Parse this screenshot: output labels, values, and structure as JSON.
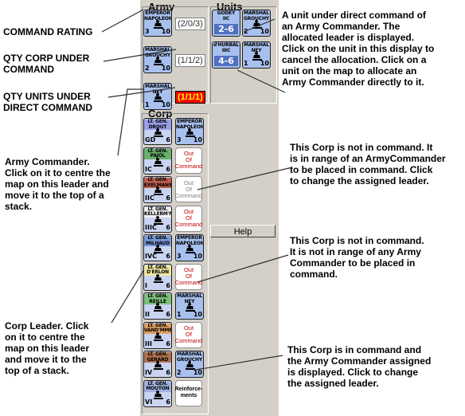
{
  "panel": {
    "army_title": "Army",
    "units_title": "Units",
    "corp_title": "Corp",
    "help_label": "Help"
  },
  "army": [
    {
      "name": "EMPEROR\nNAPOLEON",
      "left": "3",
      "right": "10",
      "qty": "(2/0/3)"
    },
    {
      "name": "MARSHAL\nGROUCHY",
      "left": "2",
      "right": "10",
      "qty": "(1/1/2)"
    },
    {
      "name": "MARSHAL\nNEY",
      "left": "1",
      "right": "10",
      "qty": "(1/1/1)"
    }
  ],
  "units": [
    {
      "name": "GODEY\nIIC",
      "value": "2-6"
    },
    {
      "name": "MARSHAL\nGROUCHY",
      "left": "2",
      "right": "10"
    },
    {
      "name": "d'HURBAL\nIIIC",
      "value": "4-6"
    },
    {
      "name": "MARSHAL\nNEY",
      "left": "1",
      "right": "10"
    }
  ],
  "corps": [
    {
      "name": "LT. GEN.\nDROUT",
      "id": "GD",
      "val": "6",
      "color": "#9aa0e8",
      "leader": {
        "name": "EMPEROR\nNAPOLEON",
        "left": "3",
        "right": "10"
      }
    },
    {
      "name": "LT. GEN.\nPAJOL",
      "id": "IC",
      "val": "6",
      "color": "#6ab06a",
      "out": "Out\nOf\nCommand"
    },
    {
      "name": "LT. GEN.\nEXELMANS",
      "id": "IIC",
      "val": "6",
      "color": "#c06050",
      "out": "Out\nOf\nCommand",
      "gray": true
    },
    {
      "name": "LT. GEN.\nKELLERM'N",
      "id": "IIIC",
      "val": "6",
      "color": "#f0f0f0",
      "out": "Out\nOf\nCommand"
    },
    {
      "name": "LT. GEN.\nMILHAUD",
      "id": "IVC",
      "val": "6",
      "color": "#7a9ad8",
      "leader": {
        "name": "EMPEROR\nNAPOLEON",
        "left": "3",
        "right": "10"
      }
    },
    {
      "name": "LT. GEN.\nD'ERLON",
      "id": "I",
      "val": "6",
      "color": "#f0e8a0",
      "out": "Out\nOf\nCommand"
    },
    {
      "name": "LT. GEN.\nREILLE",
      "id": "II",
      "val": "6",
      "color": "#7ac07a",
      "leader": {
        "name": "MARSHAL\nNEY",
        "left": "1",
        "right": "10"
      }
    },
    {
      "name": "LT. GEN.\nVAND'MME",
      "id": "III",
      "val": "6",
      "color": "#e0a060",
      "out": "Out\nOf\nCommand"
    },
    {
      "name": "LT. GEN.\nGERARD",
      "id": "IV",
      "val": "6",
      "color": "#b07050",
      "leader": {
        "name": "MARSHAL\nGROUCHY",
        "left": "2",
        "right": "10"
      }
    },
    {
      "name": "LT. GEN.\nMOUTON",
      "id": "VI",
      "val": "6",
      "color": "#a0b0e0",
      "reinf": "Reinforce-\nments"
    }
  ],
  "annotations": {
    "command_rating": "COMMAND RATING",
    "qty_corp": "QTY CORP UNDER\nCOMMAND",
    "qty_units": "QTY UNITS UNDER\nDIRECT COMMAND",
    "army_commander": "Army Commander.\nClick on it to centre the\nmap on this leader and\nmove it to the top of a\nstack.",
    "corp_leader": "Corp Leader.  Click\non it to centre the\nmap on this leader\nand move it to the\ntop of a stack.",
    "unit_direct": "A unit under direct command of\nan Army Commander.  The\nallocated leader is displayed.\nClick on the unit in this display to\ncancel the allocation.  Click on a\nunit on the map to allocate an\nArmy Commander directly to it.",
    "not_in_command_range": "This Corp is not in command. It\nis in range of an ArmyCommander\nto be placed in command.  Click\nto change the assigned leader.",
    "not_in_command_out": "This Corp is not in command.\nIt is not in range of any Army\nCommander to be placed in\ncommand.",
    "in_command": "This Corp is in command and\nthe Army Commander assigned\nis displayed.  Click to change\nthe assigned leader."
  },
  "colors": {
    "panel": "#d4d0c8",
    "counter_blue": "#a8c0ee",
    "highlight_red": "#ff0000",
    "out_text": "#c00000"
  }
}
